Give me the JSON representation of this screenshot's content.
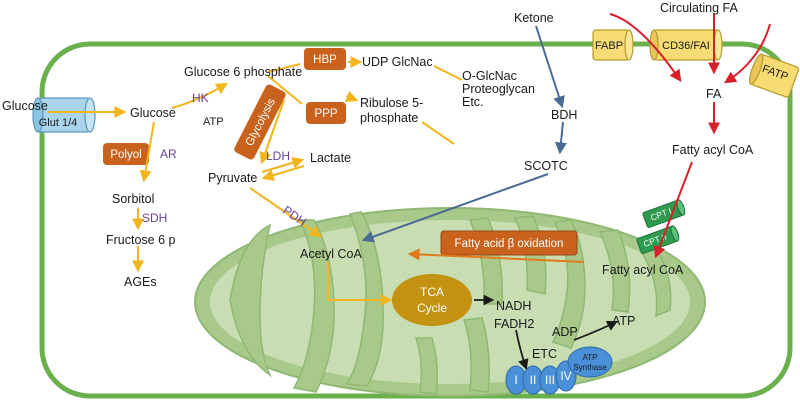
{
  "colors": {
    "cell_border": "#6ab04c",
    "mito_outer": "#a8c98a",
    "mito_inner": "#c8deb2",
    "orange_box": "#c8621c",
    "arrow_yellow": "#f2b51d",
    "arrow_blue": "#4a6a94",
    "arrow_red": "#d8202a",
    "enzyme_purple": "#6a3fa0",
    "tca_fill": "#c39210",
    "etc_blue": "#4a90d9",
    "cpt_green": "#2e9b50",
    "transporter_yellow": "#f6dc72"
  },
  "labels": {
    "glucose_outside": "Glucose",
    "glut": "Glut 1/4",
    "glucose": "Glucose",
    "hk": "HK",
    "atp_hk": "ATP",
    "g6p": "Glucose 6 phosphate",
    "hbp": "HBP",
    "udp": "UDP GlcNac",
    "oglcnac_1": "O-GlcNac",
    "oglcnac_2": "Proteoglycan",
    "oglcnac_3": "Etc.",
    "ppp": "PPP",
    "ribulose_1": "Ribulose 5-",
    "ribulose_2": "phosphate",
    "glycolysis": "Glycolysis",
    "ldh": "LDH",
    "lactate": "Lactate",
    "pyruvate": "Pyruvate",
    "polyol": "Polyol",
    "ar": "AR",
    "sorbitol": "Sorbitol",
    "sdh": "SDH",
    "fructose": "Fructose 6 p",
    "ages": "AGEs",
    "pdh": "PDH",
    "acetyl_coa": "Acetyl CoA",
    "ketone": "Ketone",
    "bdh": "BDH",
    "scotc": "SCOTC",
    "circulating_fa": "Circulating FA",
    "fabp": "FABP",
    "cd36": "CD36/FAI",
    "fatp": "FATP",
    "fa": "FA",
    "fatty_acyl_coa_1": "Fatty acyl CoA",
    "cpt1": "CPT I",
    "cpt2": "CPT II",
    "fatty_acyl_coa_2": "Fatty acyl CoA",
    "fao": "Fatty acid β oxidation",
    "tca_1": "TCA",
    "tca_2": "Cycle",
    "nadh": "NADH",
    "fadh2": "FADH2",
    "etc": "ETC",
    "adp": "ADP",
    "atp_out": "ATP",
    "complex_1": "I",
    "complex_2": "II",
    "complex_3": "III",
    "complex_4": "IV",
    "atp_synthase_1": "ATP",
    "atp_synthase_2": "Synthase"
  }
}
